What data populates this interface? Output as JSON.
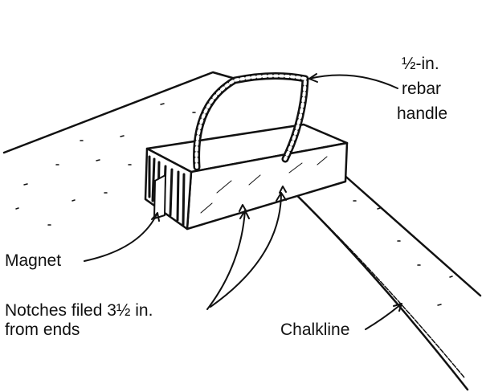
{
  "labels": {
    "handle_line1": "½-in.",
    "handle_line2": "rebar",
    "handle_line3": "handle",
    "magnet": "Magnet",
    "notches_line1": "Notches filed 3½ in.",
    "notches_line2": "from ends",
    "chalkline": "Chalkline"
  },
  "colors": {
    "ink": "#111111",
    "paper": "#ffffff"
  }
}
